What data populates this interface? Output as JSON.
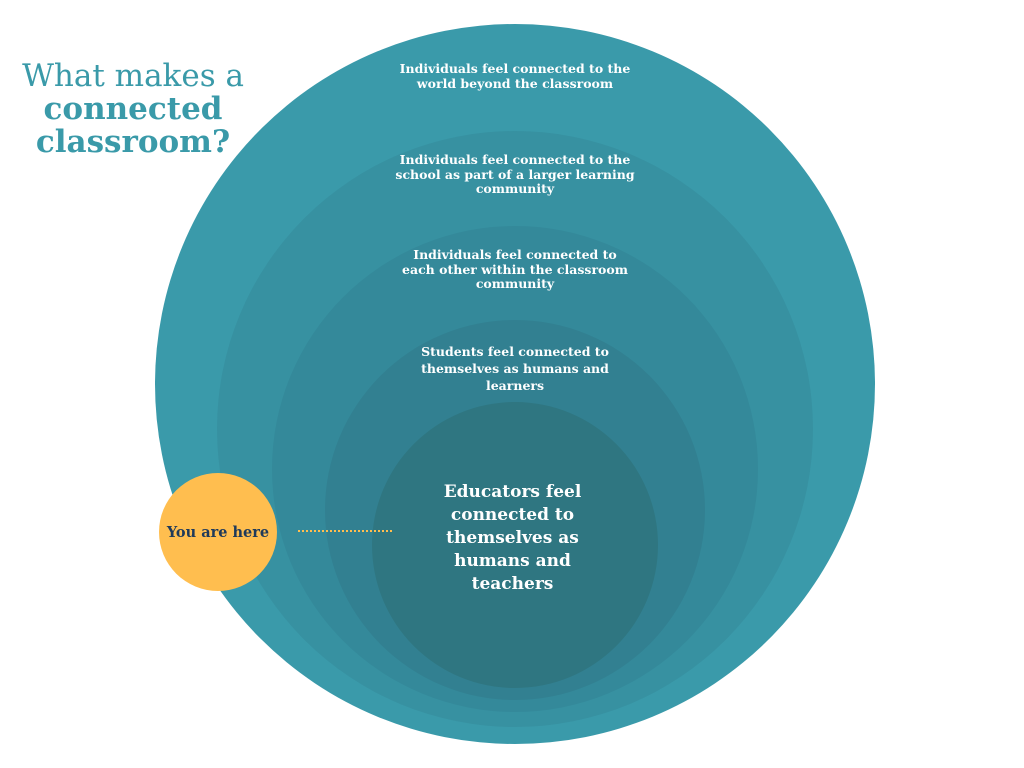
{
  "title": {
    "line1": "What makes a",
    "line2": "connected",
    "line3": "classroom?"
  },
  "rings": [
    {
      "label": "Individuals feel connected to the world beyond the classroom",
      "color": "#3a9aaa"
    },
    {
      "label": "Individuals feel connected to the school as part of a larger learning community",
      "color": "#3791a1"
    },
    {
      "label": "Individuals  feel connected to each other within the classroom community",
      "color": "#34899a"
    },
    {
      "label": "Students feel connected to themselves as humans and learners",
      "color": "#328091"
    },
    {
      "label": "Educators feel connected to themselves as humans and teachers",
      "color": "#2f7681"
    }
  ],
  "marker": {
    "label": "You are here",
    "color": "#ffbe4f"
  }
}
